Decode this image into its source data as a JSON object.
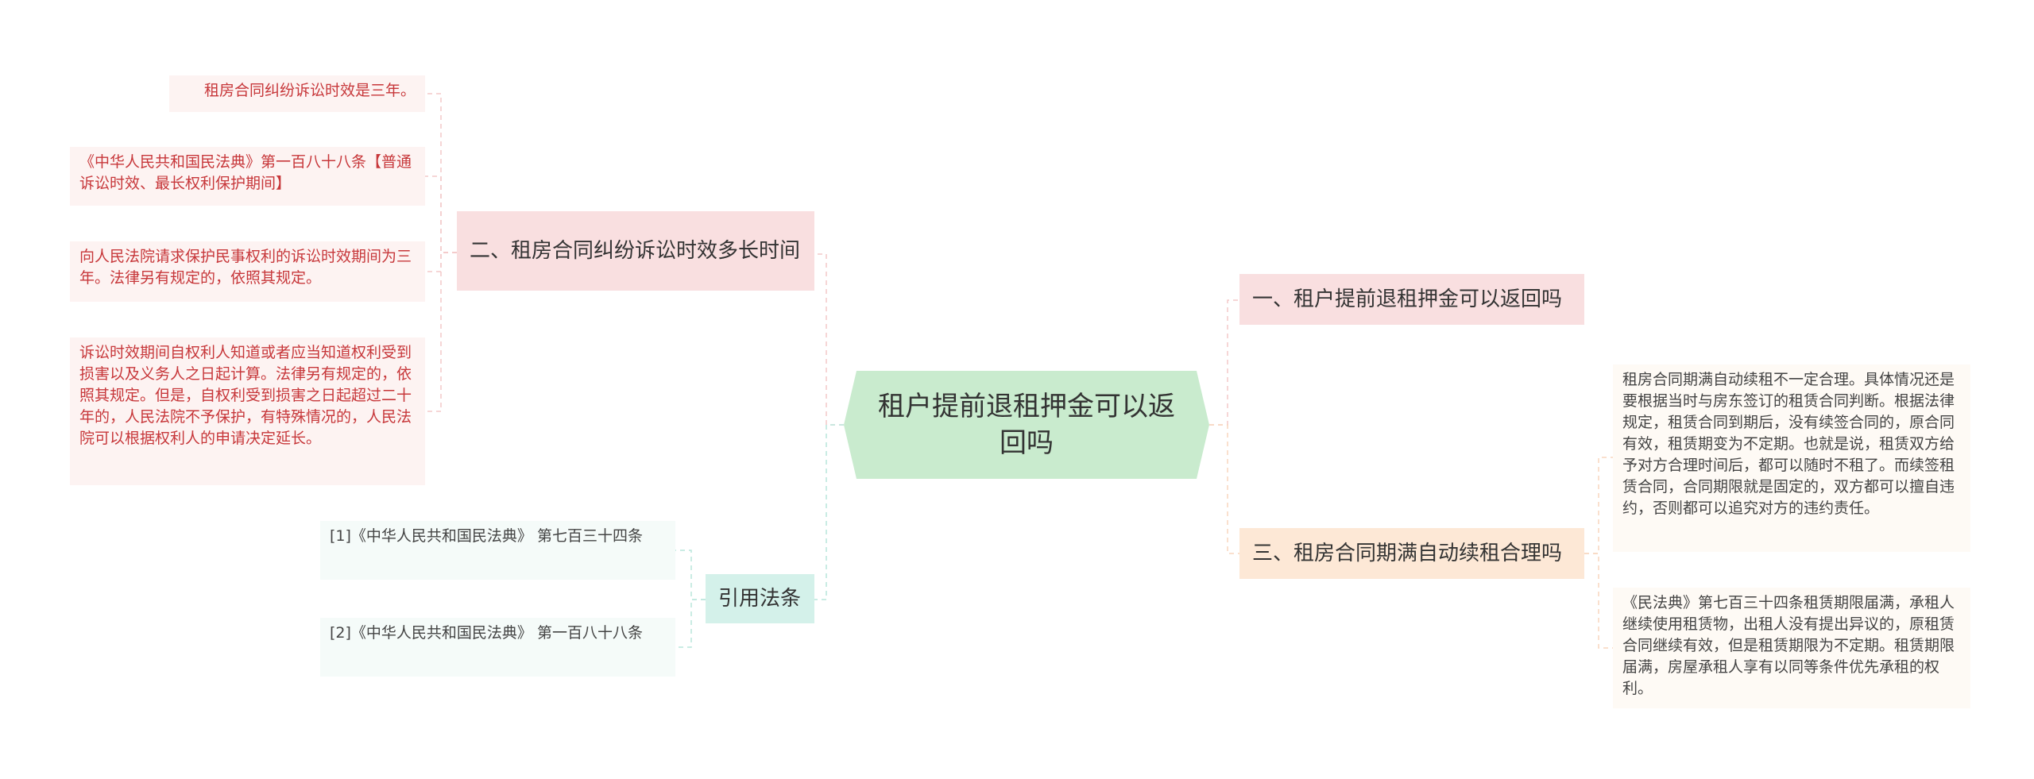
{
  "center": {
    "title": "租户提前退租押金可以返回吗"
  },
  "branches": {
    "b1": {
      "label": "一、租户提前退租押金可以返回吗"
    },
    "b2": {
      "label": "二、租房合同纠纷诉讼时效多长时间",
      "leaves": [
        "租房合同纠纷诉讼时效是三年。",
        "《中华人民共和国民法典》第一百八十八条【普通诉讼时效、最长权利保护期间】",
        "向人民法院请求保护民事权利的诉讼时效期间为三年。法律另有规定的，依照其规定。",
        "诉讼时效期间自权利人知道或者应当知道权利受到损害以及义务人之日起计算。法律另有规定的，依照其规定。但是，自权利受到损害之日起超过二十年的，人民法院不予保护，有特殊情况的，人民法院可以根据权利人的申请决定延长。"
      ]
    },
    "b3": {
      "label": "三、租房合同期满自动续租合理吗",
      "leaves": [
        "租房合同期满自动续租不一定合理。具体情况还是要根据当时与房东签订的租赁合同判断。根据法律规定，租赁合同到期后，没有续签合同的，原合同有效，租赁期变为不定期。也就是说，租赁双方给予对方合理时间后，都可以随时不租了。而续签租赁合同，合同期限就是固定的，双方都可以擅自违约，否则都可以追究对方的违约责任。",
        "《民法典》第七百三十四条租赁期限届满，承租人继续使用租赁物，出租人没有提出异议的，原租赁合同继续有效，但是租赁期限为不定期。租赁期限届满，房屋承租人享有以同等条件优先承租的权利。"
      ]
    },
    "b4": {
      "label": "引用法条",
      "leaves": [
        "[1]《中华人民共和国民法典》 第七百三十四条",
        "[2]《中华人民共和国民法典》 第一百八十八条"
      ]
    }
  },
  "colors": {
    "center_fill": "#c9ebce",
    "pink": "#f9dfe0",
    "peach": "#fde8d6",
    "mint": "#d4f1ea",
    "red_text": "#c7373a"
  }
}
